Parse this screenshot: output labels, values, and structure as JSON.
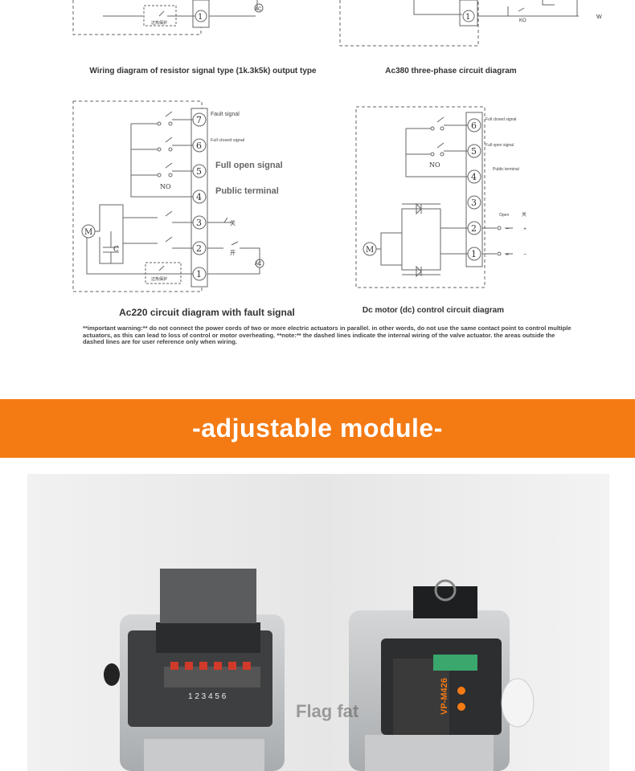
{
  "captions": {
    "resistor": "Wiring diagram of resistor signal type (1k.3k5k) output type",
    "ac380": "Ac380 three-phase circuit diagram",
    "ac220": "Ac220 circuit diagram with fault signal",
    "dc": "Dc motor (dc) control circuit diagram"
  },
  "top_left_diagram": {
    "terminal": "1",
    "ac_label": "AC",
    "overheat_label": "过热保护"
  },
  "top_right_diagram": {
    "terminal": "1",
    "ko_label": "KO",
    "w_label": "W"
  },
  "ac220_diagram": {
    "terminals": [
      "7",
      "6",
      "5",
      "4",
      "3",
      "2",
      "1"
    ],
    "fault_signal": "Fault signal",
    "full_closed_signal": "Full closed signal",
    "full_open_signal": "Full open signal",
    "public_terminal": "Public terminal",
    "no_label": "NO",
    "close_label": "关",
    "open_label": "开",
    "ac_label": "AC",
    "motor_label": "M",
    "capacitor_label": "C",
    "overheat_label": "过热保护"
  },
  "dc_diagram": {
    "terminals": [
      "6",
      "5",
      "4",
      "3",
      "2",
      "1"
    ],
    "full_closed_signal": "Full closed signal",
    "full_open_signal": "Full open signal",
    "public_terminal": "Public terminal",
    "no_label": "NO",
    "open_label": "Open",
    "close_mark": "关",
    "minus": "−",
    "plus": "+",
    "motor_label": "M"
  },
  "warning": "**important warning:** do not connect the power cords of two or more electric actuators in parallel. in other words, do not use the same contact point to control multiple actuators, as this can lead to loss of control or motor overheating. **note:** the dashed lines indicate the internal wiring of the valve actuator. the areas outside the dashed lines are for user reference only when wiring.",
  "banner": {
    "title": "-adjustable module-"
  },
  "photo": {
    "module_label": "VP-M426",
    "terminal_numbers": "1 2 3 4 5 6",
    "watermark": "Flag fat"
  },
  "colors": {
    "banner": "#f47a14",
    "line": "#555555",
    "photo_bg": "#e8e8e8"
  }
}
